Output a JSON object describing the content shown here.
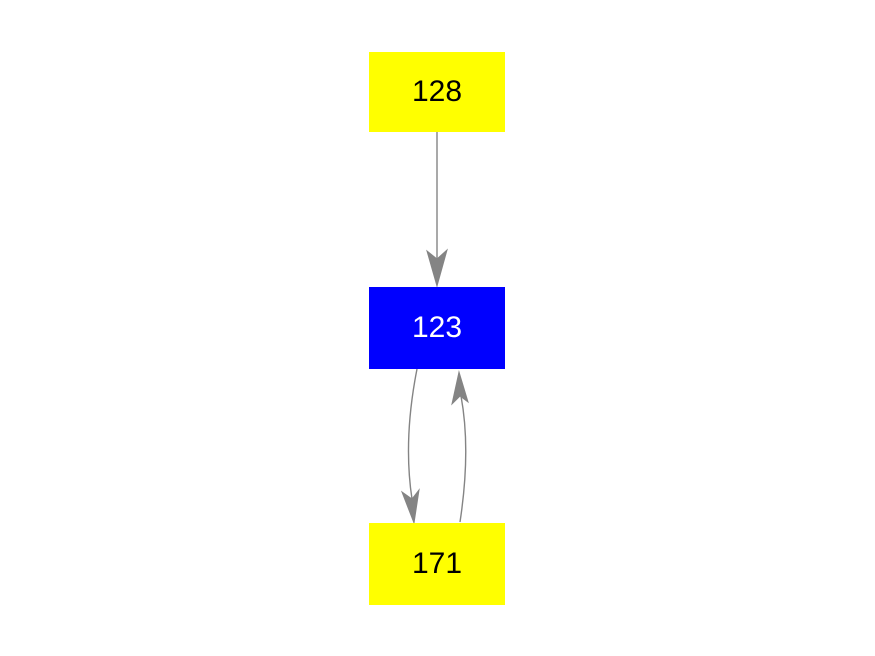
{
  "diagram": {
    "type": "directed-graph",
    "background_color": "#ffffff",
    "edge_color": "#848484",
    "nodes": [
      {
        "id": "128",
        "label": "128",
        "fill": "#ffff00",
        "text_color": "#000000",
        "shape": "box"
      },
      {
        "id": "123",
        "label": "123",
        "fill": "#0000ff",
        "text_color": "#ffffff",
        "shape": "box"
      },
      {
        "id": "171",
        "label": "171",
        "fill": "#ffff00",
        "text_color": "#000000",
        "shape": "box"
      }
    ],
    "edges": [
      {
        "from": "128",
        "to": "123",
        "style": "straight",
        "arrowhead": "concave-triangle"
      },
      {
        "from": "123",
        "to": "171",
        "style": "curved-left",
        "arrowhead": "concave-triangle"
      },
      {
        "from": "171",
        "to": "123",
        "style": "curved-right",
        "arrowhead": "concave-triangle"
      }
    ]
  }
}
